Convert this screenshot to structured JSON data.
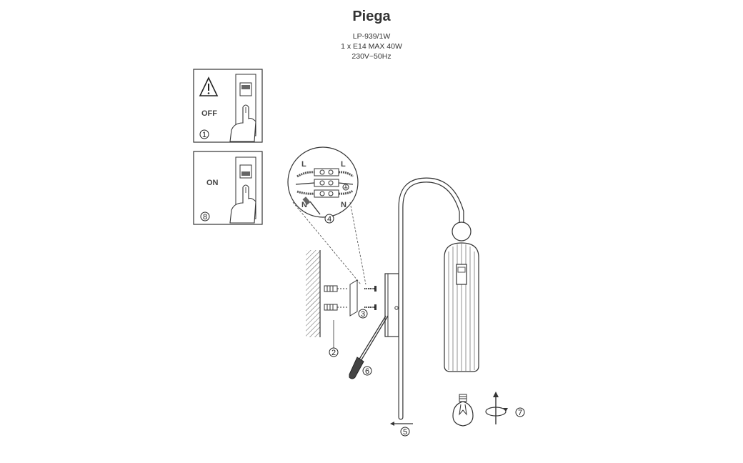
{
  "header": {
    "title": "Piega",
    "model": "LP-939/1W",
    "bulb": "1 x E14 MAX 40W",
    "voltage": "230V~50Hz"
  },
  "steps": {
    "s1": "1",
    "s2": "2",
    "s3": "3",
    "s4": "4",
    "s5": "5",
    "s6": "6",
    "s7": "7",
    "s8": "8"
  },
  "panels": {
    "off_label": "OFF",
    "on_label": "ON"
  },
  "wiring": {
    "l_left": "L",
    "l_right": "L",
    "n_left": "N",
    "n_right": "N"
  }
}
